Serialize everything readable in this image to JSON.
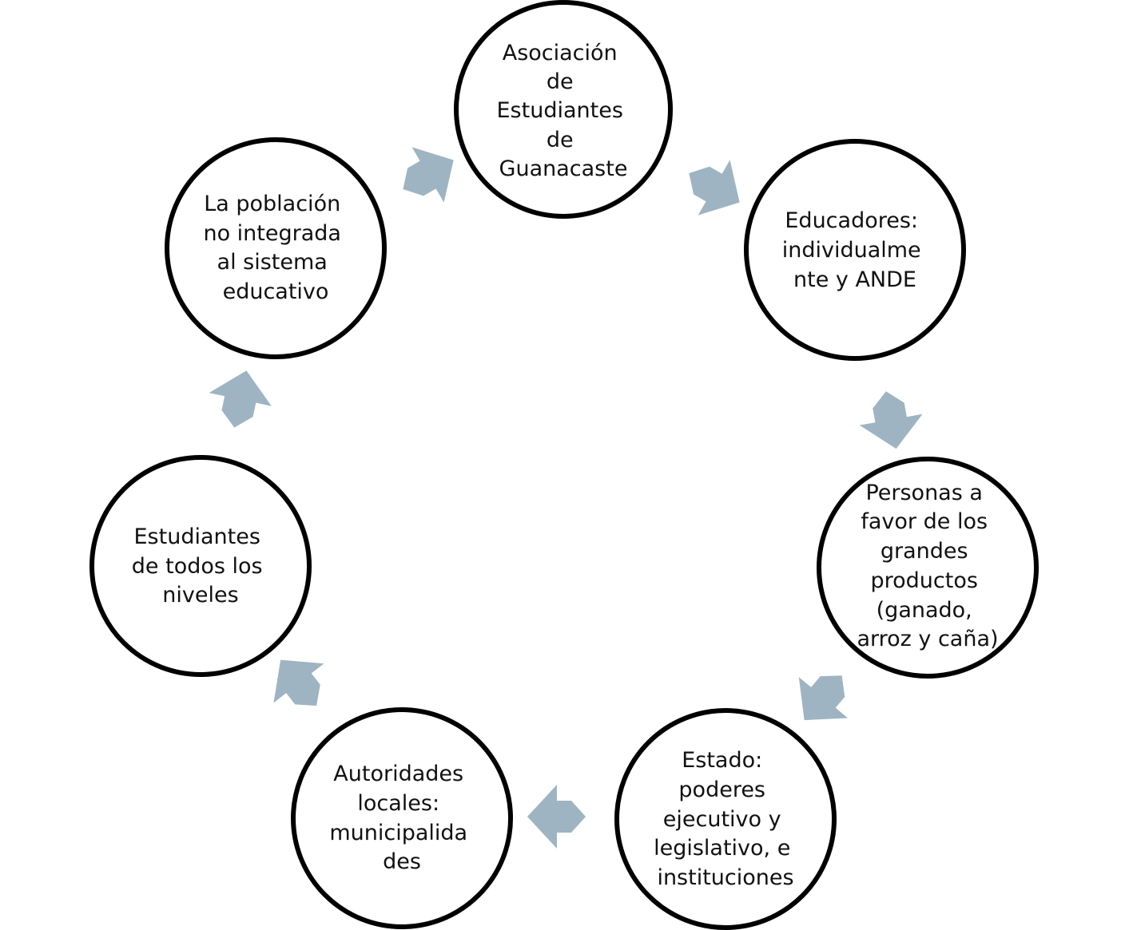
{
  "diagram": {
    "type": "cycle",
    "arrow_color": "#9fb4c2",
    "stroke_color": "#000000",
    "nodes": [
      {
        "id": "asociacion",
        "lines": [
          "Asociación",
          "de",
          "Estudiantes",
          "de",
          "Guanacaste"
        ]
      },
      {
        "id": "educadores",
        "lines": [
          "Educadores:",
          "individualme",
          "nte y ANDE"
        ]
      },
      {
        "id": "personas",
        "lines": [
          "Personas a",
          "favor de los",
          "grandes",
          "productos",
          "(ganado,",
          "arroz y caña)"
        ]
      },
      {
        "id": "estado",
        "lines": [
          "Estado:",
          "poderes",
          "ejecutivo y",
          "legislativo, e",
          "instituciones"
        ]
      },
      {
        "id": "autoridades",
        "lines": [
          "Autoridades",
          "locales:",
          "municipalida",
          "des"
        ]
      },
      {
        "id": "estudiantes",
        "lines": [
          "Estudiantes",
          "de todos los",
          "niveles"
        ]
      },
      {
        "id": "poblacion",
        "lines": [
          "La población",
          "no integrada",
          "al sistema",
          "educativo"
        ]
      }
    ]
  }
}
